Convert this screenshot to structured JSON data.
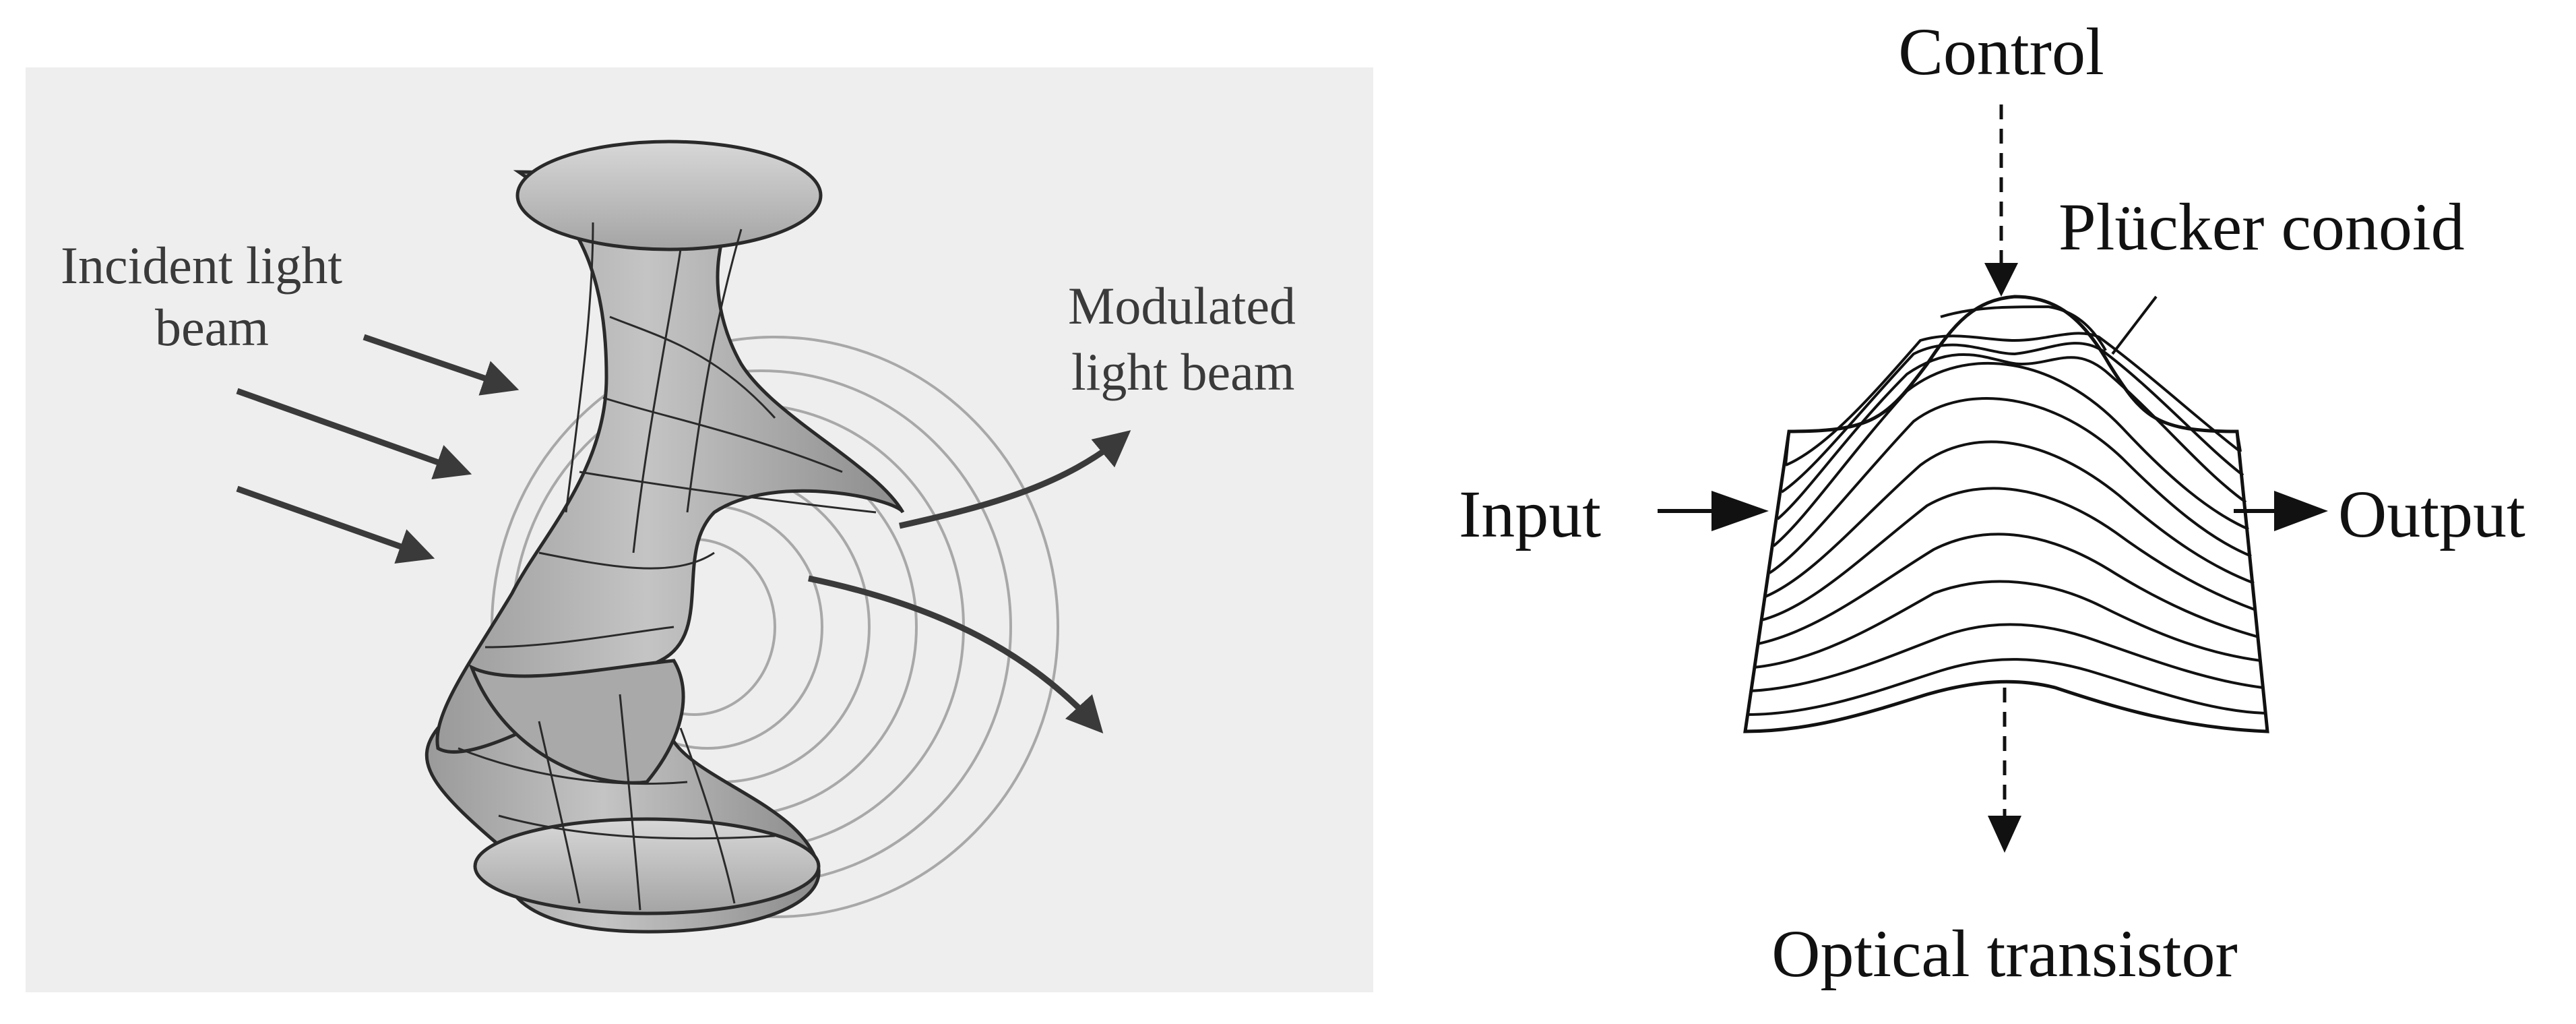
{
  "left_panel": {
    "labels": {
      "incident_line1": "Incident light",
      "incident_line2": "beam",
      "modulated_line1": "Modulated",
      "modulated_line2": "light beam"
    },
    "colors": {
      "panel_bg": "#eeeeee",
      "surface_fill": "#b6b6b6",
      "arrow": "#3a3a3a",
      "contour": "#a8a8a8"
    }
  },
  "right_panel": {
    "labels": {
      "control": "Control",
      "conoid": "Plücker conoid",
      "input": "Input",
      "output": "Output",
      "caption": "Optical transistor"
    },
    "colors": {
      "ink": "#111111"
    }
  }
}
